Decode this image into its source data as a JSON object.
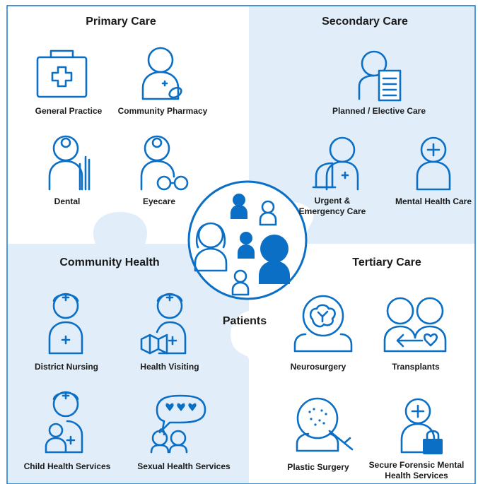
{
  "sections": {
    "primary_care": {
      "title": "Primary Care",
      "services": [
        "General Practice",
        "Community Pharmacy",
        "Dental",
        "Eyecare"
      ]
    },
    "secondary_care": {
      "title": "Secondary Care",
      "services": [
        "Planned / Elective Care",
        "Urgent &\nEmergency Care",
        "Mental Health Care"
      ]
    },
    "community_health": {
      "title": "Community Health",
      "services": [
        "District Nursing",
        "Health Visiting",
        "Child Health Services",
        "Sexual Health Services"
      ]
    },
    "tertiary_care": {
      "title": "Tertiary Care",
      "services": [
        "Neurosurgery",
        "Transplants",
        "Plastic Surgery",
        "Secure Forensic Mental\nHealth Services"
      ]
    }
  },
  "patients": {
    "label": "Patients"
  },
  "colors": {
    "accent": "#0b6fc6",
    "piece_fill": "#e1eefa",
    "text": "#1a1a1a"
  },
  "icons": [
    "first-aid-kit-icon",
    "pharmacist-icon",
    "dentist-icon",
    "optician-icon",
    "elective-care-icon",
    "emergency-care-icon",
    "mental-health-icon",
    "district-nurse-icon",
    "health-visitor-icon",
    "child-health-icon",
    "sexual-health-icon",
    "neurosurgery-icon",
    "transplants-icon",
    "plastic-surgery-icon",
    "forensic-mental-health-icon"
  ]
}
